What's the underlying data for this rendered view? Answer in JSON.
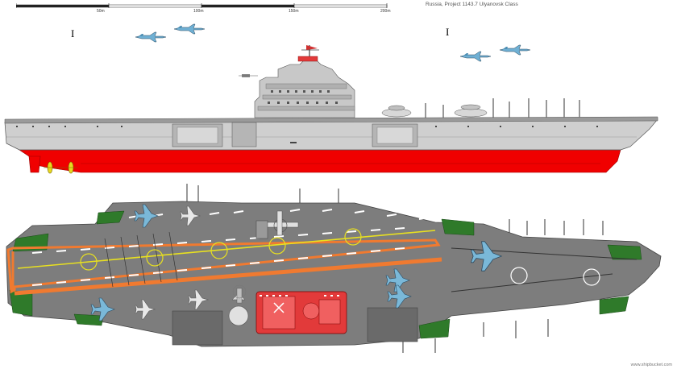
{
  "header": {
    "caption": "Russia, Project 1143.7 Ulyanovsk Class",
    "scale_labels": [
      "50m",
      "100m",
      "150m",
      "200m"
    ]
  },
  "markers": {
    "left": "I",
    "right": "I"
  },
  "footer": {
    "watermark": "www.shipbucket.com"
  },
  "colors": {
    "hull_grey": "#cfcfcf",
    "waterline_red": "#f00000",
    "deck_grey": "#7d7d7d",
    "deck_green": "#2f7a2a",
    "landing_stripe": "#f07a30",
    "centerline_yellow": "#e8e020",
    "island_red": "#e23a3a",
    "aircraft_blue": "#7ab8d8"
  }
}
